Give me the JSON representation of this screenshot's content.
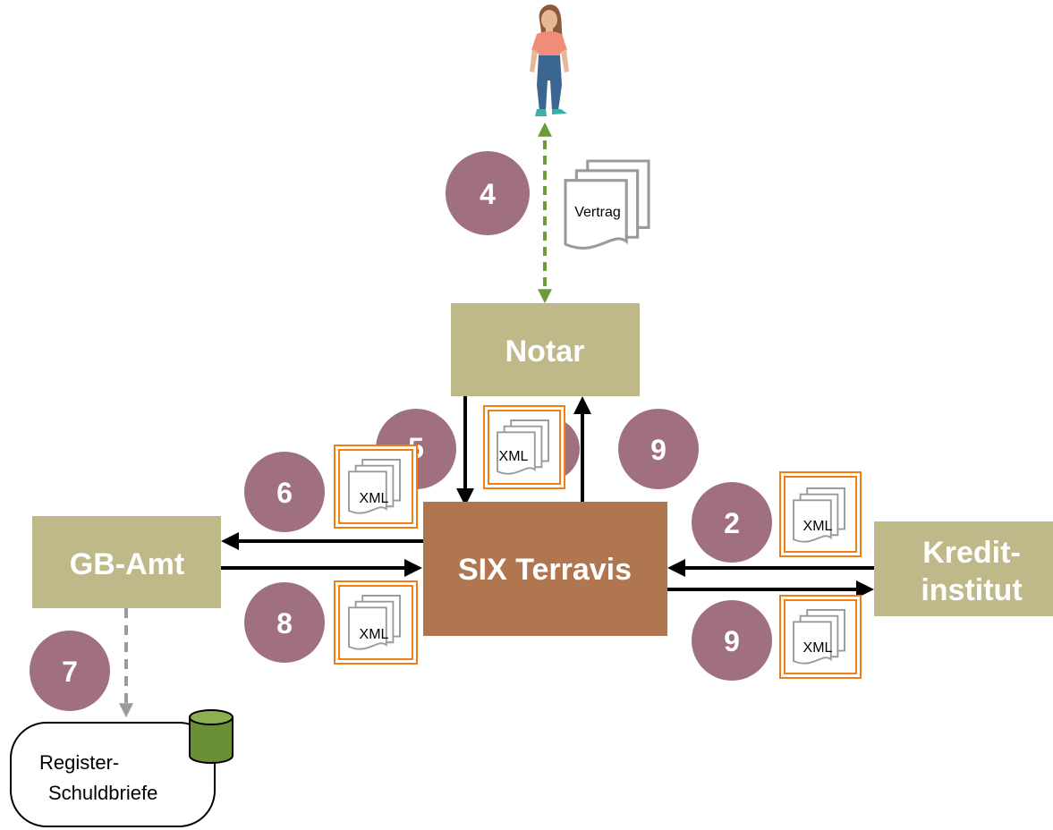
{
  "nodes": {
    "notar": "Notar",
    "terravis": "SIX Terravis",
    "gb_amt": "GB-Amt",
    "kredit_line1": "Kredit-",
    "kredit_line2": "institut",
    "register_line1": "Register-",
    "register_line2": "Schuldbriefe"
  },
  "documents": {
    "vertrag": "Vertrag",
    "xml": "XML"
  },
  "steps": {
    "s4": "4",
    "s5": "5",
    "s9_top": "9",
    "s6": "6",
    "s2": "2",
    "s8": "8",
    "s9_bottom": "9",
    "s7": "7"
  },
  "colors": {
    "khaki_box": "#bfb98a",
    "terravis_box": "#b07650",
    "step_circle": "#a07080",
    "doc_orange": "#f07d12",
    "green_arrow": "#6e9a3a",
    "grey_arrow": "#9a9a9a",
    "database": "#6a8f35"
  }
}
